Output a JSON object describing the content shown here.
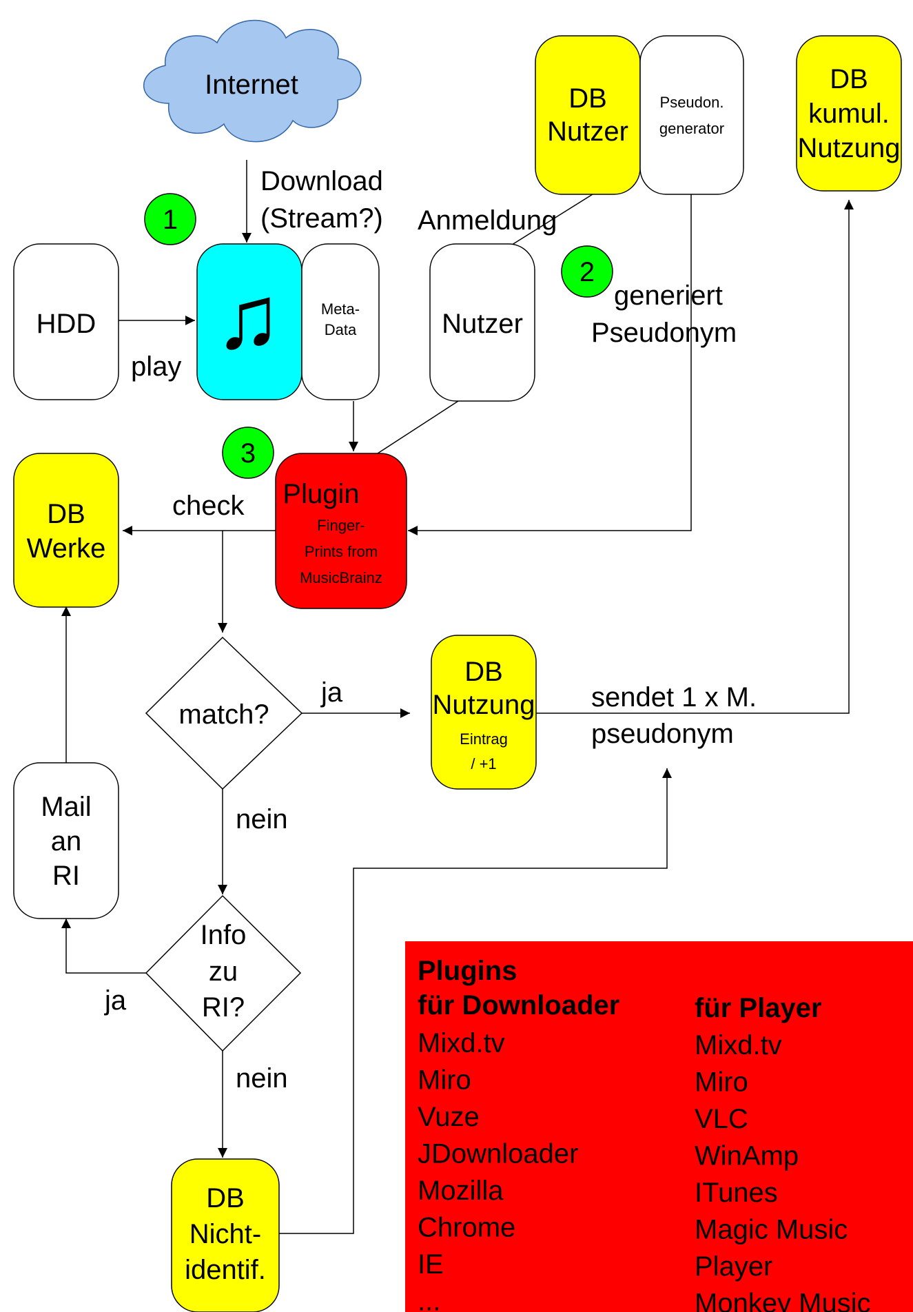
{
  "colors": {
    "db": "#ffff00",
    "plugin": "#ff0000",
    "player": "#00ffff",
    "cloud": "#a6c8f0",
    "step": "#00ff00",
    "plugins_panel": "#ff0000"
  },
  "nodes": {
    "internet": "Internet",
    "hdd": "HDD",
    "player_icon": "music-note-icon",
    "metadata": [
      "Meta-",
      "Data"
    ],
    "db_nutzer": [
      "DB",
      "Nutzer"
    ],
    "pseudon_generator": [
      "Pseudon.",
      "generator"
    ],
    "db_kumul": [
      "DB",
      "kumul.",
      "Nutzung"
    ],
    "nutzer": "Nutzer",
    "plugin": [
      "Plugin",
      "Finger-",
      "Prints from",
      "MusicBrainz"
    ],
    "db_werke": [
      "DB",
      "Werke"
    ],
    "match": "match?",
    "db_nutzung": [
      "DB",
      "Nutzung",
      "Eintrag",
      "/ +1"
    ],
    "mail_ri": [
      "Mail",
      "an",
      "RI"
    ],
    "info_ri": [
      "Info",
      "zu",
      "RI?"
    ],
    "db_nicht": [
      "DB",
      "Nicht-",
      "identif."
    ]
  },
  "steps": [
    "1",
    "2",
    "3"
  ],
  "edge_labels": {
    "download": [
      "Download",
      "(Stream?)"
    ],
    "anmeldung": "Anmeldung",
    "generiert": [
      "generiert",
      "Pseudonym"
    ],
    "play": "play",
    "check": "check",
    "ja_match": "ja",
    "sendet": [
      "sendet 1 x M.",
      "pseudonym"
    ],
    "nein_match": "nein",
    "ja_info": "ja",
    "nein_info": "nein"
  },
  "plugins_panel": {
    "title": "Plugins",
    "downloader_header": "für Downloader",
    "player_header": "für Player",
    "downloader_items": [
      "Mixd.tv",
      "Miro",
      "Vuze",
      "JDownloader",
      "Mozilla",
      "Chrome",
      "IE",
      "..."
    ],
    "player_items": [
      "Mixd.tv",
      "Miro",
      "VLC",
      "WinAmp",
      "ITunes",
      "Magic Music",
      "Player",
      "Monkey Music"
    ]
  }
}
